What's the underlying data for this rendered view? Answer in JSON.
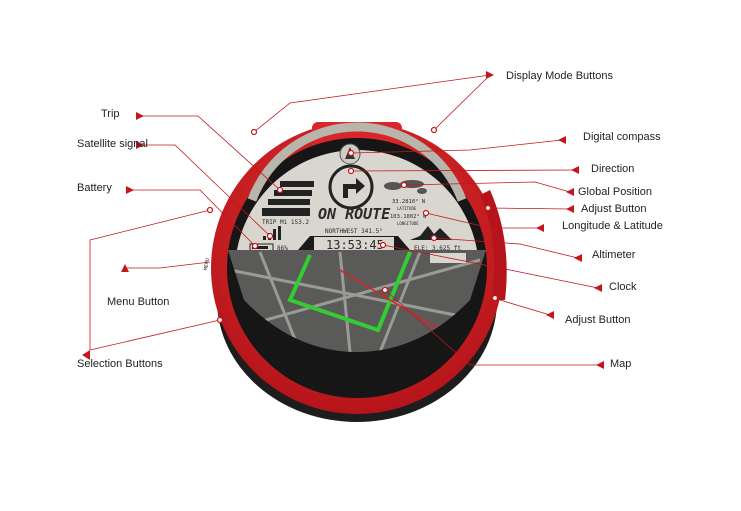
{
  "labels": {
    "display_mode": "Display Mode Buttons",
    "trip": "Trip",
    "satellite": "Satellite signal",
    "battery": "Battery",
    "menu": "Menu  Button",
    "selection": "Selection Buttons",
    "compass": "Digital compass",
    "direction": "Direction",
    "global": "Global Position",
    "adjust1": "Adjust Button",
    "lonlat": "Longitude & Latitude",
    "altimeter": "Altimeter",
    "clock": "Clock",
    "adjust2": "Adjust Button",
    "map": "Map"
  },
  "screen": {
    "status": "ON ROUTE",
    "heading": "NORTHWEST  341.5°",
    "time": "13:53:45",
    "trip": "TRIP Mi 153.2",
    "battery_pct": "86%",
    "lat": "33.2810° N",
    "lat_label": "LATITUDE",
    "lon": "103.1002° W",
    "lon_label": "LONGITUDE",
    "elevation": "ELE: 3,625 ft",
    "menu_text": "MENU"
  },
  "colors": {
    "accent": "#c4161c",
    "ring": "#e0262a",
    "body": "#1c1c1c",
    "lcd": "#d9d6cf"
  }
}
